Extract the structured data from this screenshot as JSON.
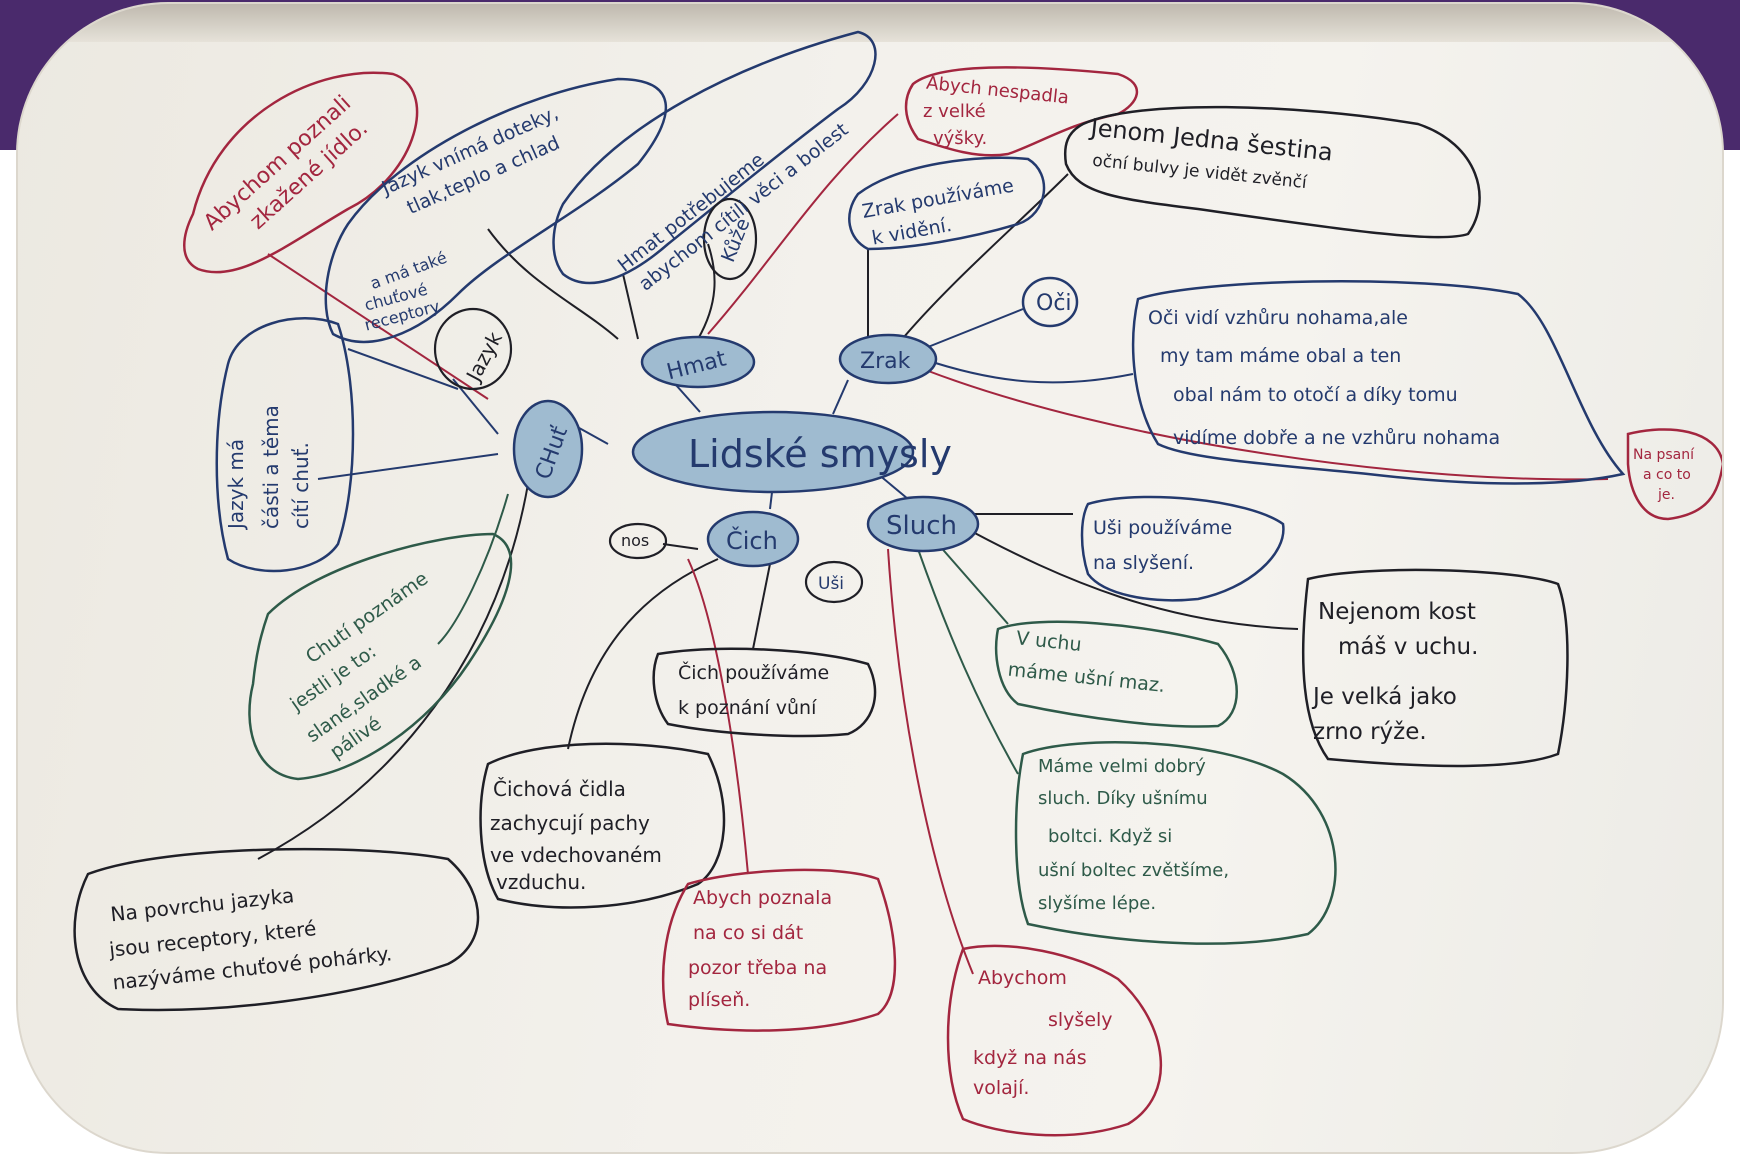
{
  "center": {
    "label": "Lidské smysly"
  },
  "senses": {
    "hmat": "Hmat",
    "zrak": "Zrak",
    "chut": "CHuť",
    "cich": "Čich",
    "sluch": "Sluch"
  },
  "small": {
    "jazyk": "Jazyk",
    "kuze": "Kůže",
    "oci": "Oči",
    "nos": "nos",
    "usi": "Uši"
  },
  "notes": {
    "chut_red": [
      "Abychom poznali",
      "zkažené jídlo."
    ],
    "jazyk_vnima": [
      "Jazyk vnímá doteky,",
      "tlak,teplo a chlad",
      "a má také",
      "chuťové",
      "receptory"
    ],
    "hmat_blue": [
      "Hmat potřebujeme",
      "abychom cítili věci a bolest"
    ],
    "zrak_red": [
      "Abych nespadla",
      "z velké",
      "výšky."
    ],
    "sestina": [
      "Jenom Jedna šestina",
      "oční bulvy je vidět zvěnčí"
    ],
    "zrak_blue": [
      "Zrak používáme",
      "k vidění."
    ],
    "oci_vidi": [
      "Oči vidí vzhůru nohama,ale",
      "my tam máme obal a ten",
      "obal nám to otočí a díky tomu",
      "vidíme dobře a ne vzhůru nohama"
    ],
    "na_psani": [
      "Na psaní",
      "a co to",
      "je."
    ],
    "jazyk_ma": [
      "Jazyk má",
      "části a těma",
      "cítí chuť."
    ],
    "chuti_green": [
      "Chutí poznáme",
      "jestli je to:",
      "slané,sladké a",
      "pálivé"
    ],
    "usi_blue": [
      "Uši používáme",
      "na slyšení."
    ],
    "kost": [
      "Nejenom kost",
      "máš v uchu.",
      "Je velká jako",
      "zrno rýže."
    ],
    "v_uchu": [
      "V uchu",
      "máme ušní maz."
    ],
    "cich_blue": [
      "Čich používáme",
      "k poznání vůní"
    ],
    "cichova": [
      "Čichová čidla",
      "zachycují pachy",
      "ve vdechovaném",
      "vzduchu."
    ],
    "slusny": [
      "Máme velmi dobrý",
      "sluch. Díky ušnímu",
      "boltci. Když si",
      "ušní boltec zvětšíme,",
      "slyšíme lépe."
    ],
    "povrch": [
      "Na povrchu jazyka",
      "jsou receptory, které",
      "nazýváme chuťové pohárky."
    ],
    "plisen": [
      "Abych poznala",
      "na co si dát",
      "pozor třeba na",
      "plíseň."
    ],
    "abychom_slyseli": [
      "Abychom",
      "slyšely",
      "když na nás",
      "volají."
    ]
  },
  "colors": {
    "blue_ink": "#243a6e",
    "red_ink": "#a3263f",
    "green_ink": "#2e5a49",
    "black_ink": "#1f1f26",
    "bubble_fill": "#9fbbd0",
    "purple": "#4a2a6c"
  }
}
